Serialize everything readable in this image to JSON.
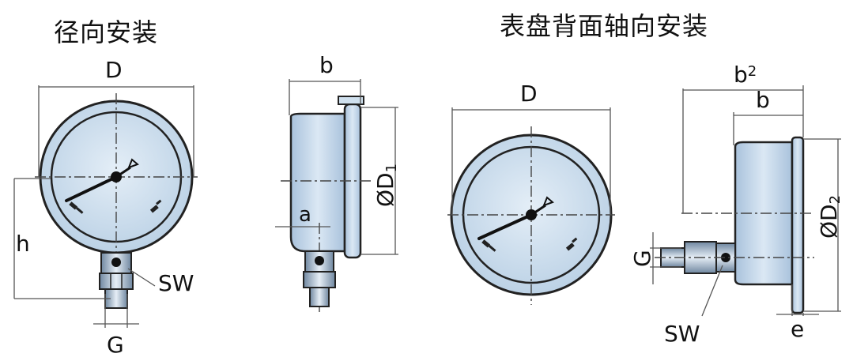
{
  "titles": {
    "radial": "径向安装",
    "back_axial": "表盘背面轴向安装"
  },
  "labels": {
    "D": "D",
    "b": "b",
    "h": "h",
    "SW": "SW",
    "G": "G",
    "a": "a",
    "OD1": "ØD",
    "OD1_sub": "1",
    "b2": "b",
    "b2_sub": "2",
    "OD2": "ØD",
    "OD2_sub": "2",
    "e": "e"
  },
  "colors": {
    "dial_fill": "#cfe0ee",
    "case_fill": "#bcd3e8",
    "outline": "#222222",
    "dim_line": "#555555",
    "axis_line": "#444444"
  }
}
